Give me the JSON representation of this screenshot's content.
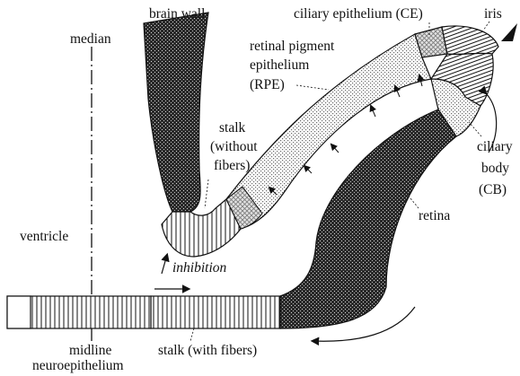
{
  "labels": {
    "brain_wall": "brain wall",
    "median": "median",
    "ciliary_epithelium": "ciliary epithelium (CE)",
    "iris": "iris",
    "rpe_line1": "retinal pigment",
    "rpe_line2": "epithelium",
    "rpe_line3": "(RPE)",
    "stalk_no_fibers_line1": "stalk",
    "stalk_no_fibers_line2": "(without",
    "stalk_no_fibers_line3": "fibers)",
    "ciliary_body_line1": "ciliary",
    "ciliary_body_line2": "body",
    "ciliary_body_line3": "(CB)",
    "ventricle": "ventricle",
    "retina": "retina",
    "inhibition": "inhibition",
    "midline_line1": "midline",
    "midline_line2": "neuroepithelium",
    "stalk_with_fibers": "stalk (with fibers)"
  }
}
